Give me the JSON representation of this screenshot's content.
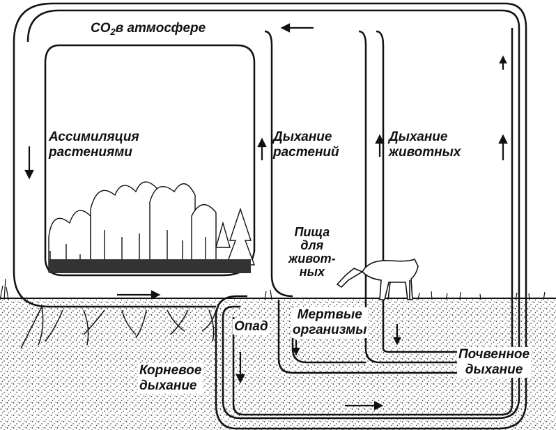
{
  "labels": {
    "co2_prefix": "CO",
    "co2_subscript": "2",
    "co2_suffix": "в атмосфере",
    "assimilation_line1": "Ассимиляция",
    "assimilation_line2": "растениями",
    "plant_respiration_line1": "Дыхание",
    "plant_respiration_line2": "растений",
    "animal_respiration_line1": "Дыхание",
    "animal_respiration_line2": "животных",
    "food_line1": "Пища",
    "food_line2": "для",
    "food_line3": "живот-",
    "food_line4": "ных",
    "litter": "Опад",
    "dead_organisms_line1": "Мертвые",
    "dead_organisms_line2": "организмы",
    "root_respiration_line1": "Корневое",
    "root_respiration_line2": "дыхание",
    "soil_respiration_line1": "Почвенное",
    "soil_respiration_line2": "дыхание"
  },
  "colors": {
    "ink": "#111111",
    "soil": "#d9d9d9",
    "paper": "#ffffff"
  }
}
